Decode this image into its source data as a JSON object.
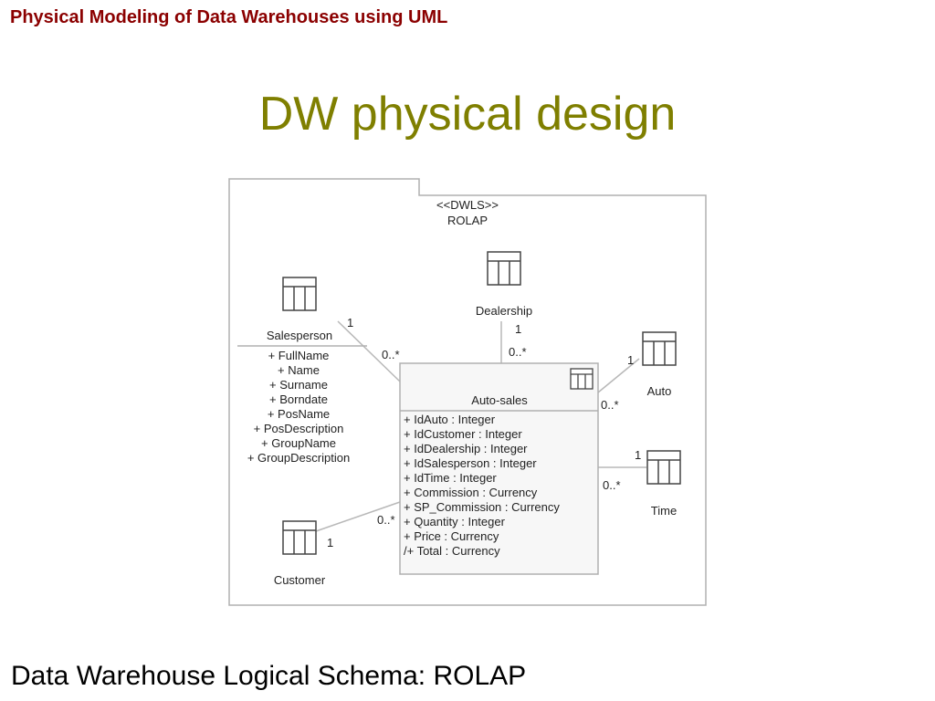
{
  "header": {
    "title": "Physical Modeling of Data Warehouses using UML"
  },
  "slide": {
    "title": "DW physical design",
    "caption": "Data Warehouse Logical Schema: ROLAP"
  },
  "package": {
    "stereotype": "<<DWLS>>",
    "name": "ROLAP"
  },
  "tables": {
    "salesperson": {
      "name": "Salesperson",
      "attributes": [
        "+ FullName",
        "+ Name",
        "+ Surname",
        "+ Borndate",
        "+ PosName",
        "+ PosDescription",
        "+ GroupName",
        "+ GroupDescription"
      ]
    },
    "dealership": {
      "name": "Dealership"
    },
    "auto": {
      "name": "Auto"
    },
    "time": {
      "name": "Time"
    },
    "customer": {
      "name": "Customer"
    },
    "auto_sales": {
      "name": "Auto-sales",
      "attributes": [
        "+ IdAuto : Integer",
        "+ IdCustomer : Integer",
        "+ IdDealership : Integer",
        "+ IdSalesperson : Integer",
        "+ IdTime : Integer",
        "+ Commission : Currency",
        "+ SP_Commission : Currency",
        "+ Quantity : Integer",
        "+ Price : Currency",
        "/+ Total : Currency"
      ]
    }
  },
  "multiplicities": {
    "salesperson_one": "1",
    "salesperson_many": "0..*",
    "dealership_one": "1",
    "dealership_many": "0..*",
    "auto_one": "1",
    "auto_many": "0..*",
    "time_one": "1",
    "time_many": "0..*",
    "customer_one": "1",
    "customer_many": "0..*"
  }
}
